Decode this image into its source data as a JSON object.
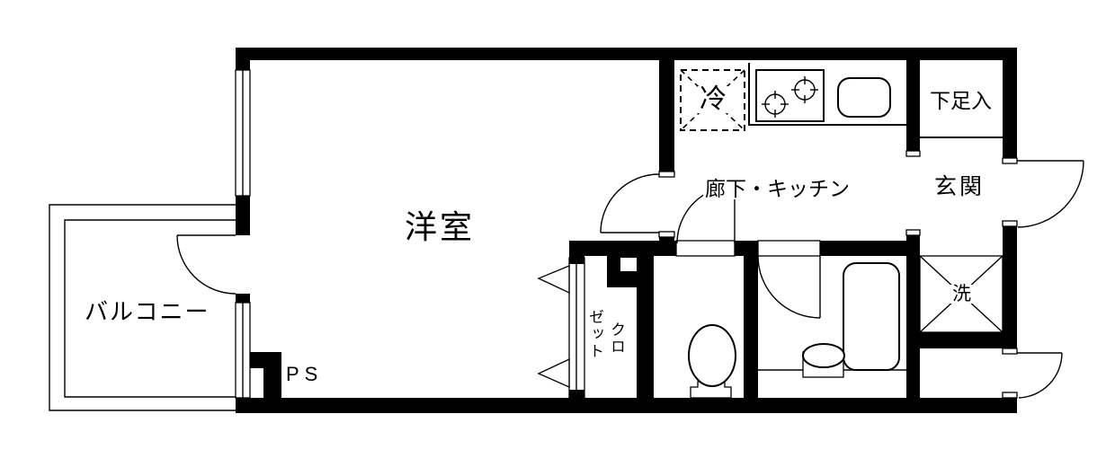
{
  "plan": {
    "type": "apartment-floor-plan",
    "colors": {
      "wall": "#000000",
      "background": "#ffffff",
      "line": "#000000"
    },
    "rooms": {
      "western_room": {
        "label": "洋室"
      },
      "balcony": {
        "label": "バルコニー"
      },
      "hallway_kitchen": {
        "label": "廊下・キッチン"
      },
      "entrance": {
        "label": "玄関"
      },
      "shoe_storage": {
        "label": "下足入"
      },
      "washer_space": {
        "label": "洗"
      },
      "pipe_space": {
        "label": "PS"
      },
      "closet": {
        "label": "クロゼット",
        "columns": [
          "クロ",
          "ゼット"
        ]
      }
    },
    "fixtures": {
      "refrigerator": {
        "label": "冷"
      }
    }
  }
}
